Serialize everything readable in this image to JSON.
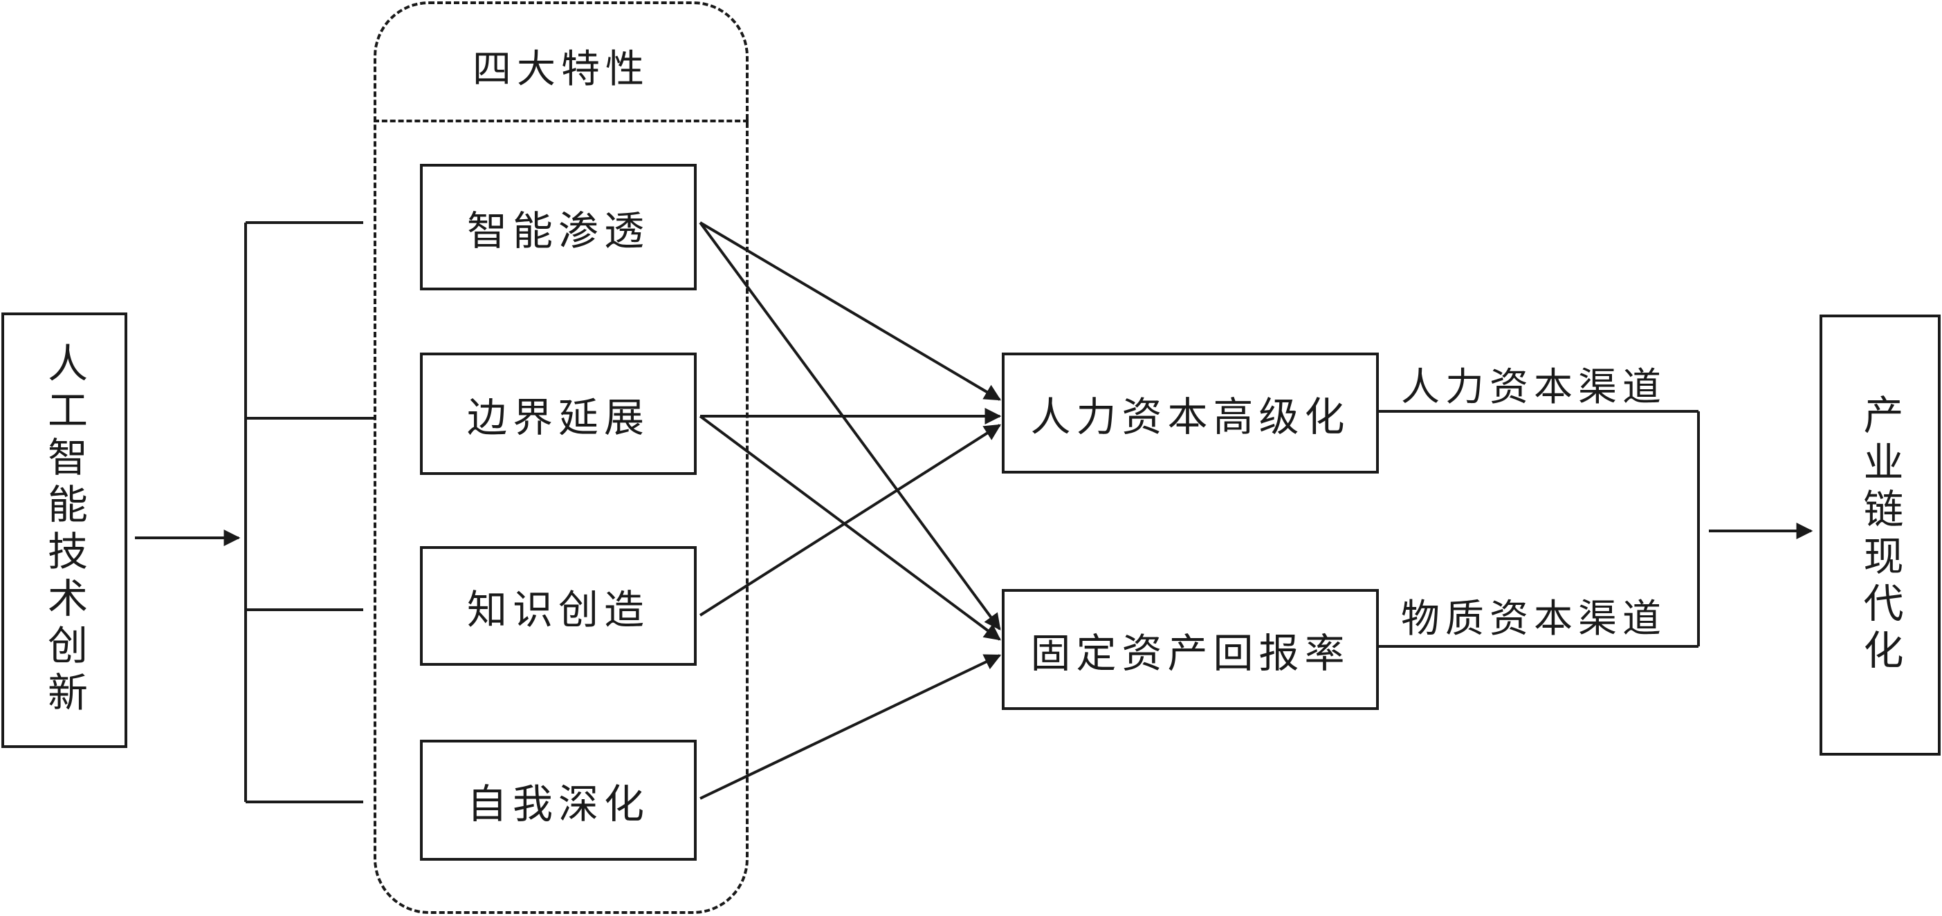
{
  "input": {
    "label": "人工智能技术创新"
  },
  "group": {
    "title": "四大特性"
  },
  "features": [
    "智能渗透",
    "边界延展",
    "知识创造",
    "自我深化"
  ],
  "mediators": [
    "人力资本高级化",
    "固定资产回报率"
  ],
  "channels": [
    "人力资本渠道",
    "物质资本渠道"
  ],
  "output": {
    "label": "产业链现代化"
  }
}
